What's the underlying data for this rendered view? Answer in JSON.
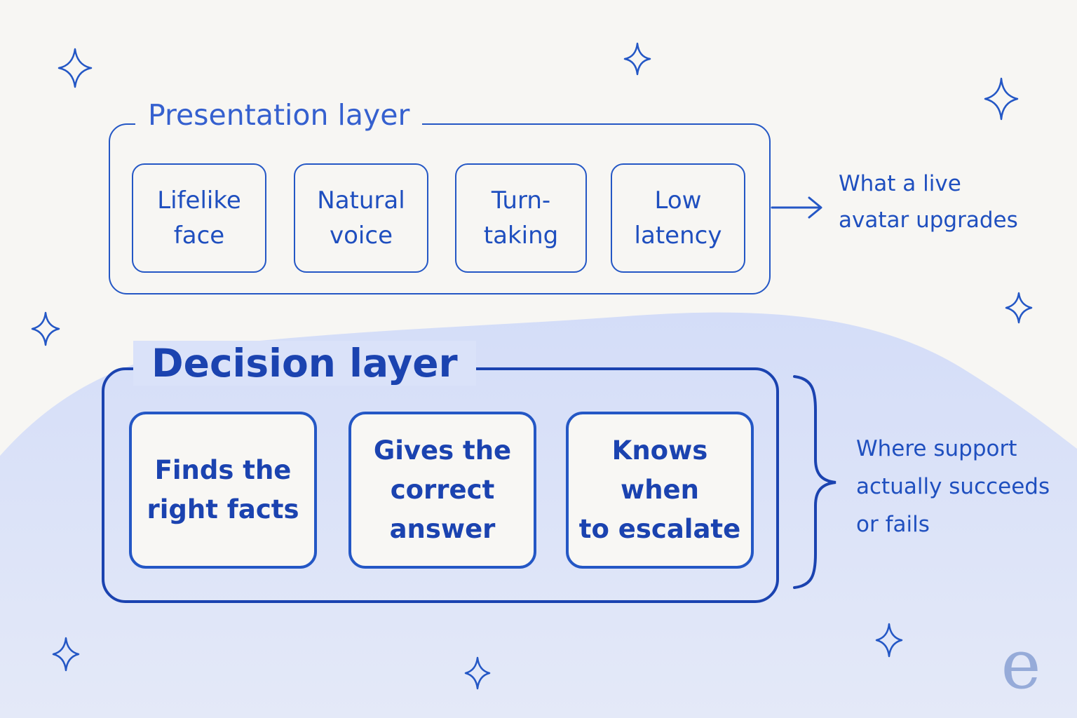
{
  "presentation_layer": {
    "title": "Presentation layer",
    "items": [
      {
        "line1": "Lifelike",
        "line2": "face"
      },
      {
        "line1": "Natural",
        "line2": "voice"
      },
      {
        "line1": "Turn-",
        "line2": "taking"
      },
      {
        "line1": "Low",
        "line2": "latency"
      }
    ],
    "note": {
      "line1": "What a live",
      "line2": "avatar upgrades"
    }
  },
  "decision_layer": {
    "title": "Decision layer",
    "items": [
      {
        "lines": [
          "Finds the",
          "right facts"
        ]
      },
      {
        "lines": [
          "Gives the",
          "correct",
          "answer"
        ]
      },
      {
        "lines": [
          "Knows when",
          "to escalate"
        ]
      }
    ],
    "note": {
      "line1": "Where support",
      "line2": "actually succeeds",
      "line3": "or fails"
    }
  },
  "logo_letter": "e",
  "colors": {
    "ink": "#1f4fbf",
    "ink_dark": "#1b43b0",
    "background": "#f7f6f3",
    "wave": "#dbe3fa"
  },
  "icons": [
    "sparkle-icon",
    "arrow-right-icon",
    "curly-brace-icon"
  ]
}
